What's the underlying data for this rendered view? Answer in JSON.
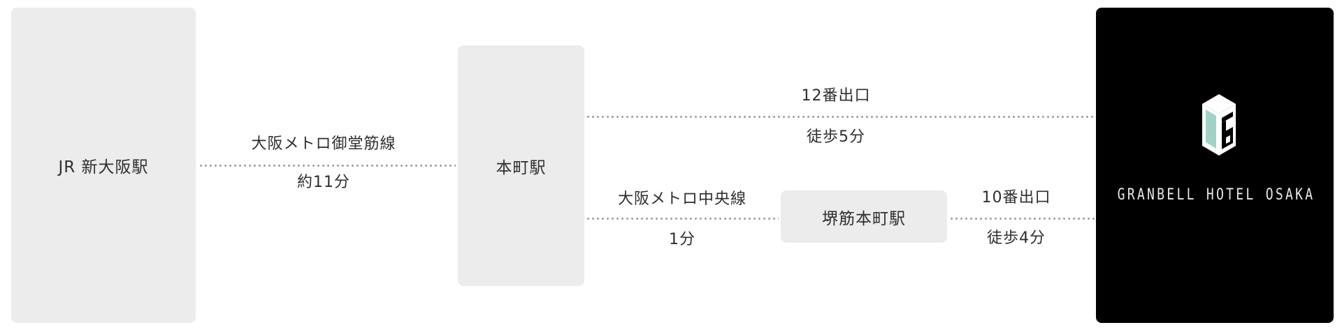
{
  "stations": {
    "shin_osaka": "JR 新大阪駅",
    "honmachi": "本町駅",
    "sakaisuji_honmachi": "堺筋本町駅"
  },
  "routes": {
    "midosuji": {
      "line": "大阪メトロ御堂筋線",
      "time": "約11分"
    },
    "exit12": {
      "exit": "12番出口",
      "walk": "徒歩5分"
    },
    "chuo": {
      "line": "大阪メトロ中央線",
      "time": "1分"
    },
    "exit10": {
      "exit": "10番出口",
      "walk": "徒歩4分"
    }
  },
  "hotel": {
    "name": "GRANBELL HOTEL OSAKA",
    "logo_icon": "granbell-cube-g-logo",
    "colors": {
      "background": "#000000",
      "logo_accent": "#9fd3c7",
      "text": "#e8e8e8"
    }
  },
  "colors": {
    "box": "#ececec",
    "dots": "#9a9a9a",
    "text": "#2e2e2e"
  }
}
